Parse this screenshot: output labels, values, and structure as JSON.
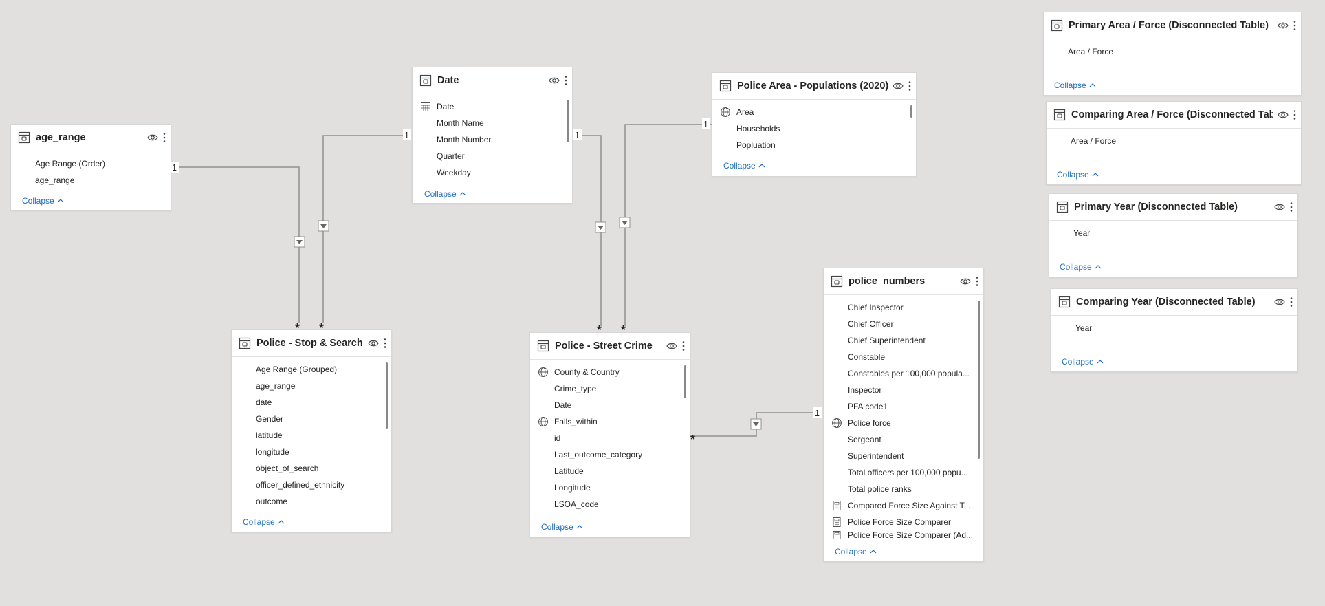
{
  "app": {
    "title": "Power BI Model View",
    "accent": "#1f6dbf",
    "collapse_label": "Collapse",
    "icons": {
      "table": "table-icon",
      "visibility": "eye-icon",
      "more": "more-options-icon",
      "geo": "globe-icon",
      "date": "calendar-icon",
      "measure": "calculator-icon"
    }
  },
  "tables": {
    "age_range": {
      "title": "age_range",
      "fields": [
        "Age Range (Order)",
        "age_range"
      ]
    },
    "date": {
      "title": "Date",
      "fields": [
        "Date",
        "Month Name",
        "Month Number",
        "Quarter",
        "Weekday"
      ]
    },
    "police_area": {
      "title": "Police Area - Populations (2020)",
      "fields": [
        "Area",
        "Households",
        "Popluation"
      ]
    },
    "stop_search": {
      "title": "Police - Stop & Search",
      "fields": [
        "Age Range (Grouped)",
        "age_range",
        "date",
        "Gender",
        "latitude",
        "longitude",
        "object_of_search",
        "officer_defined_ethnicity",
        "outcome"
      ]
    },
    "street_crime": {
      "title": "Police - Street Crime",
      "fields": [
        "County & Country",
        "Crime_type",
        "Date",
        "Falls_within",
        "id",
        "Last_outcome_category",
        "Latitude",
        "Longitude",
        "LSOA_code"
      ]
    },
    "police_numbers": {
      "title": "police_numbers",
      "fields": [
        "Chief Inspector",
        "Chief Officer",
        "Chief Superintendent",
        "Constable",
        "Constables per 100,000 popula...",
        "Inspector",
        "PFA code1",
        "Police force",
        "Sergeant",
        "Superintendent",
        "Total officers per 100,000 popu...",
        "Total police ranks",
        "Compared Force Size Against T...",
        "Police Force Size Comparer",
        "Police Force Size Comparer (Ad..."
      ]
    },
    "primary_area": {
      "title": "Primary Area / Force (Disconnected Table)",
      "fields": [
        "Area / Force"
      ]
    },
    "comparing_area": {
      "title": "Comparing Area / Force (Disconnected Table)",
      "fields": [
        "Area / Force"
      ]
    },
    "primary_year": {
      "title": "Primary Year (Disconnected Table)",
      "fields": [
        "Year"
      ]
    },
    "comparing_year": {
      "title": "Comparing Year (Disconnected Table)",
      "fields": [
        "Year"
      ]
    }
  },
  "relationships": {
    "one": "1",
    "many": "*"
  }
}
